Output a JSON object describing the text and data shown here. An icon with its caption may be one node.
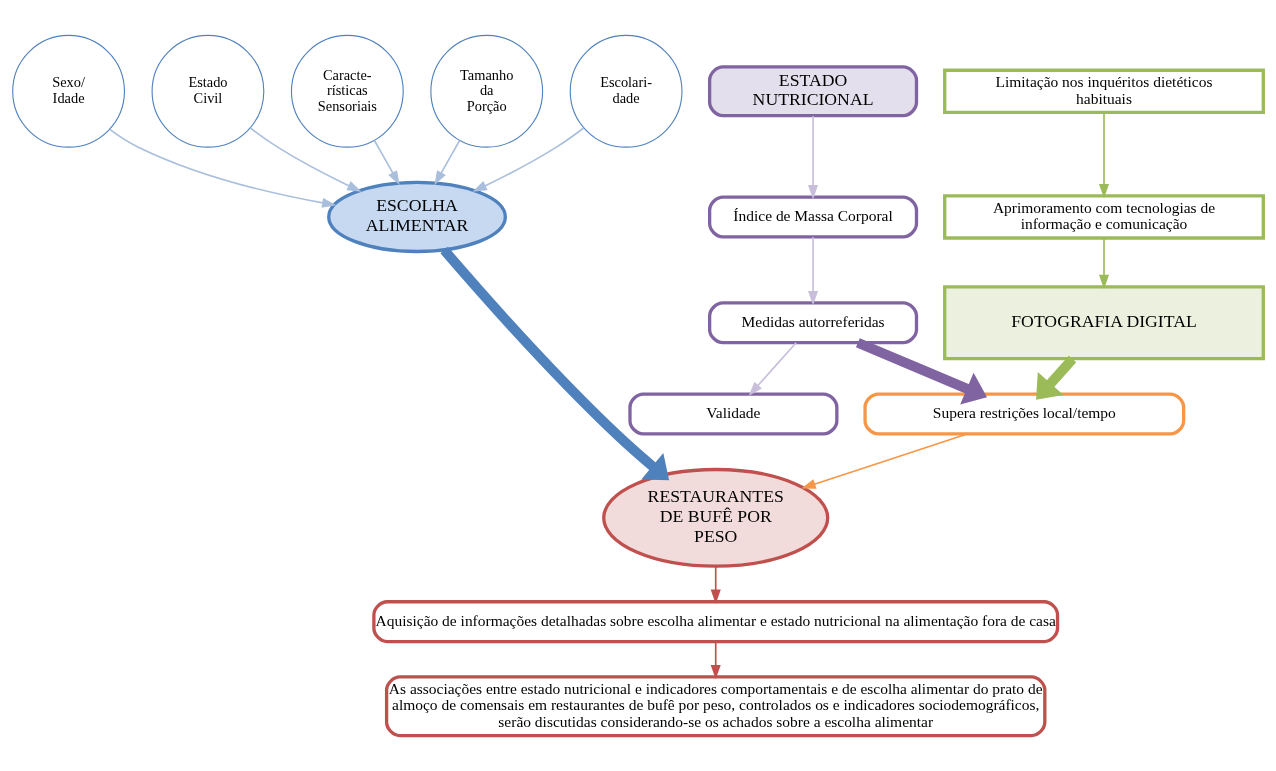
{
  "diagram": {
    "nodes": [
      {
        "text": [
          "Escolari- dade"
        ]
      },
      {
        "text": [
          "Sexo/ Idade"
        ]
      },
      {
        "text": [
          "Estado Civil"
        ]
      },
      {
        "text": [
          "ESCOLHA ALIMENTAR"
        ]
      },
      {
        "text": [
          "Caracte- rísticas Sensoriais"
        ]
      },
      {
        "text": [
          "Tamanho da Porção"
        ]
      },
      {
        "text": [
          "ESTADO NUTRICIONAL"
        ]
      },
      {
        "text": [
          "Índice de Massa Corporal"
        ]
      },
      {
        "text": [
          "Medidas autorreferidas"
        ]
      },
      {
        "text": [
          "Validade"
        ]
      },
      {
        "text": [
          "Limitação nos inquéritos dietéticos habituais"
        ]
      },
      {
        "text": [
          "Aprimoramento com tecnologias de informação e comunicação"
        ]
      },
      {
        "text": [
          "FOTOGRAFIA DIGITAL"
        ]
      },
      {
        "text": [
          "Supera restrições local/tempo"
        ]
      },
      {
        "text": [
          "RESTAURANTES DE BUFÊ POR PESO"
        ]
      },
      {
        "text": [
          "Aquisição de informações detalhadas sobre escolha alimentar e estado nutricional na alimentação fora de casa"
        ]
      },
      {
        "text": [
          "As associações entre estado nutricional e indicadores comportamentais e de escolha alimentar do prato de almoço de comensais em restaurantes de bufê por peso, controlados os e indicadores sociodemográficos, serão discutidas considerando-se os achados sobre a escolha alimentar"
        ]
      }
    ],
    "edges": [
      {
        "from": 0,
        "to": 3,
        "arrow": "to",
        "color": "#a9bfdc"
      },
      {
        "from": 1,
        "to": 3,
        "arrow": "to",
        "color": "#a9bfdc"
      },
      {
        "from": 2,
        "to": 3,
        "arrow": "to",
        "color": "#a9bfdc"
      },
      {
        "from": 4,
        "to": 3,
        "arrow": "to",
        "color": "#a9bfdc"
      },
      {
        "from": 5,
        "to": 3,
        "arrow": "to",
        "color": "#a9bfdc"
      },
      {
        "from": 3,
        "to": 14,
        "arrow": "to",
        "style": "thick",
        "color": "#4f81bd"
      },
      {
        "from": 6,
        "to": 7,
        "arrow": "to",
        "color": "#c9bedb"
      },
      {
        "from": 7,
        "to": 8,
        "arrow": "to",
        "color": "#c9bedb"
      },
      {
        "from": 8,
        "to": 9,
        "arrow": "to",
        "color": "#c9bedb"
      },
      {
        "from": 8,
        "to": 13,
        "arrow": "to",
        "style": "thick",
        "color": "#8064a2"
      },
      {
        "from": 10,
        "to": 11,
        "arrow": "to",
        "color": "#9bbb59"
      },
      {
        "from": 11,
        "to": 12,
        "arrow": "to",
        "color": "#9bbb59"
      },
      {
        "from": 12,
        "to": 13,
        "arrow": "to",
        "style": "thick",
        "color": "#9bbb59"
      },
      {
        "from": 13,
        "to": 14,
        "arrow": "to",
        "color": "#f79646"
      },
      {
        "from": 14,
        "to": 15,
        "arrow": "to",
        "color": "#c0504d"
      },
      {
        "from": 15,
        "to": 16,
        "arrow": "to",
        "color": "#c0504d"
      }
    ]
  }
}
